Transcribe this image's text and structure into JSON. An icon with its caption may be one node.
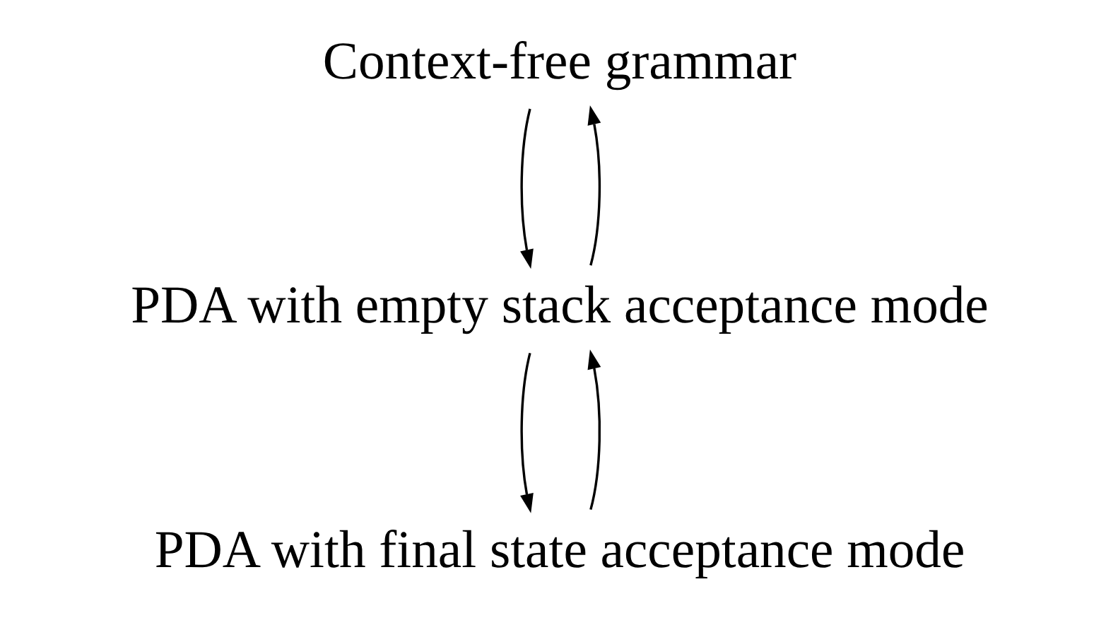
{
  "diagram": {
    "nodes": [
      {
        "text": [
          "Context-free grammar"
        ]
      },
      {
        "text": [
          "PDA with empty stack acceptance mode"
        ]
      },
      {
        "text": [
          "PDA with final state acceptance mode"
        ]
      }
    ],
    "edges": [
      {
        "from": 0,
        "to": 1,
        "arrow": "to"
      },
      {
        "from": 1,
        "to": 0,
        "arrow": "to"
      },
      {
        "from": 1,
        "to": 2,
        "arrow": "to"
      },
      {
        "from": 2,
        "to": 1,
        "arrow": "to"
      }
    ]
  }
}
